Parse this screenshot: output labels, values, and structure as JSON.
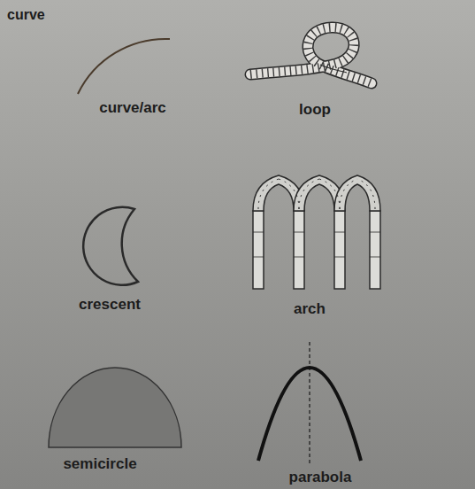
{
  "diagram": {
    "title": "curve",
    "labels": [
      "curve/arc",
      "loop",
      "crescent",
      "arch",
      "semicircle",
      "parabola"
    ]
  }
}
